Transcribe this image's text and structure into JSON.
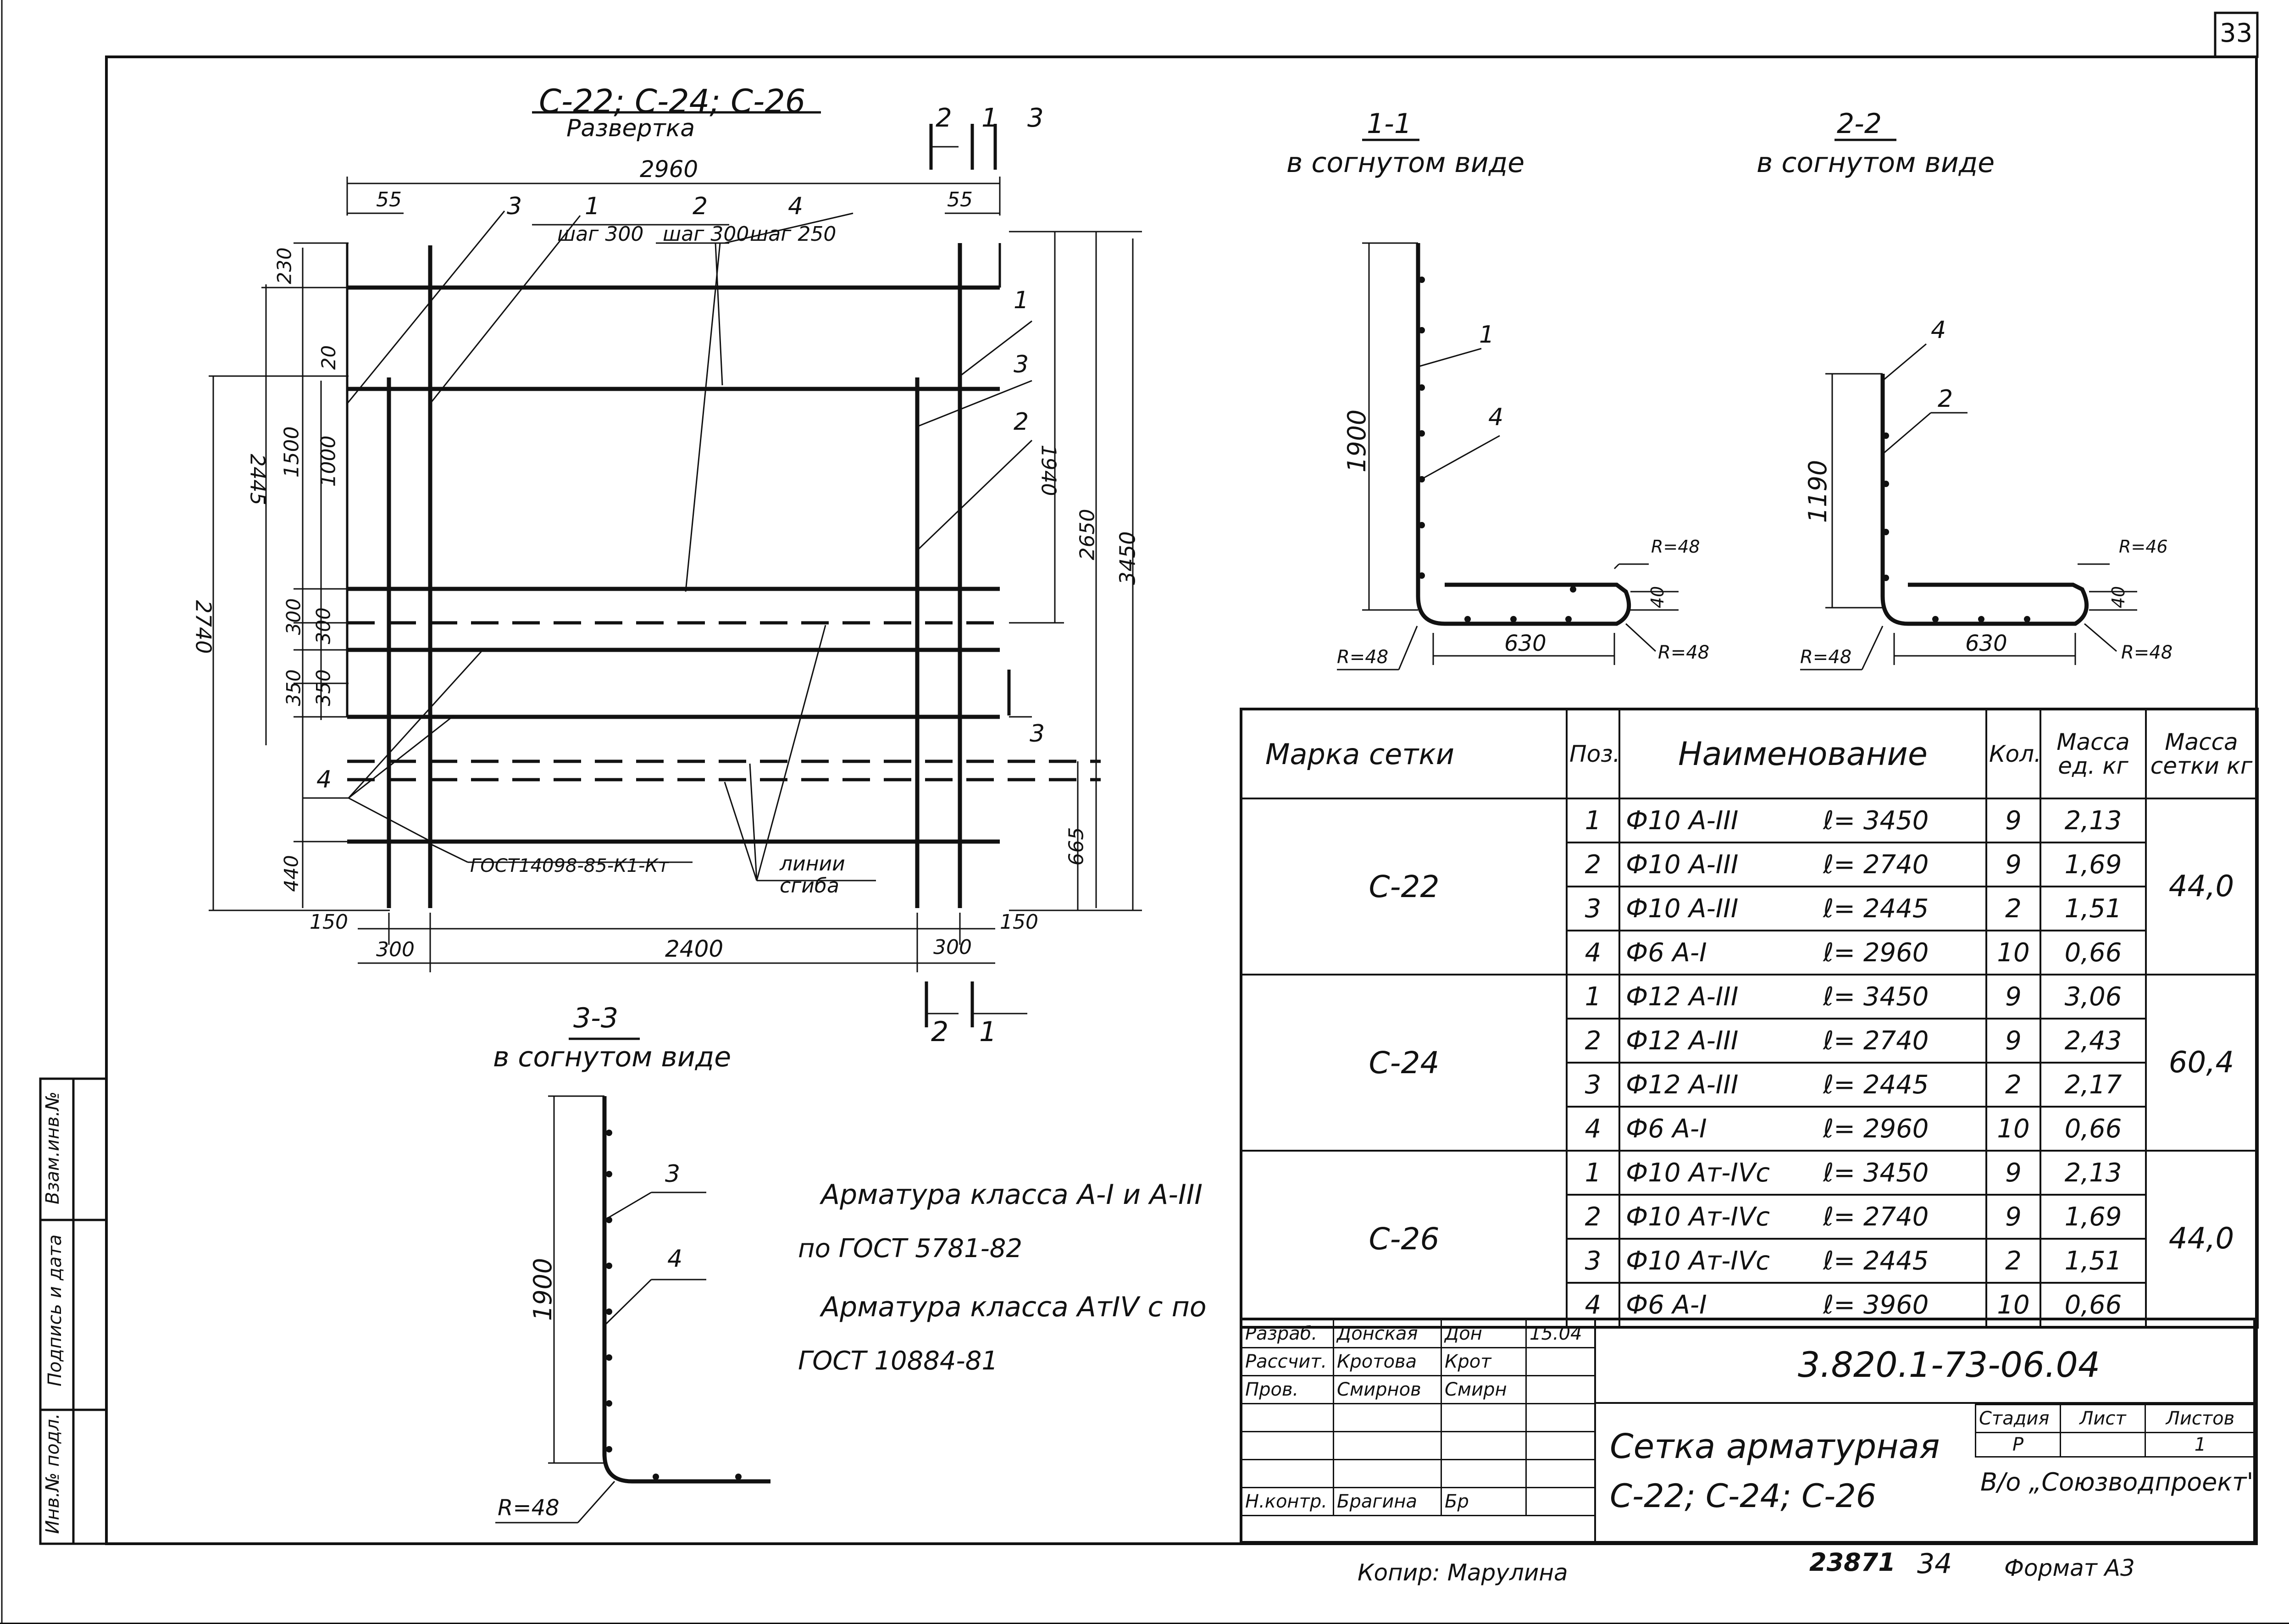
{
  "page_number": "33",
  "main_view": {
    "title": "С-22; С-24; С-26",
    "subtitle": "Развертка",
    "dims": {
      "total_width": "2960",
      "left_offset": "55",
      "right_offset": "55",
      "bottom_width": "2400",
      "left_300": "300",
      "right_300": "300",
      "left_150": "150",
      "right_150": "150",
      "h_230": "230",
      "h_20": "20",
      "h_1500": "1500",
      "h_1000": "1000",
      "h_300a": "300",
      "h_300b": "300",
      "h_350a": "350",
      "h_350b": "350",
      "h_440": "440",
      "h_2445": "2445",
      "h_2740": "2740",
      "h_1940": "1940",
      "h_2650": "2650",
      "h_3450": "3450",
      "h_665": "665"
    },
    "callouts": {
      "pos3": "3",
      "pos1": "1",
      "pos1_step": "шаг 300",
      "pos2": "2",
      "pos2_step": "шаг 300",
      "pos4": "4",
      "pos4_step": "шаг 250",
      "right1": "1",
      "right3": "3",
      "right2": "2",
      "left4": "4",
      "gost": "ГОСТ14098-85-К1-Кт",
      "bend_lines": "линии сгиба"
    },
    "section_marks": {
      "top2": "2",
      "top1": "1",
      "top3": "3",
      "bottom2": "2",
      "bottom1": "1",
      "side3": "3"
    }
  },
  "section_1_1": {
    "title": "1-1",
    "subtitle": "в согнутом виде",
    "height": "1900",
    "length": "630",
    "r_top": "R=48",
    "r_right": "R=48",
    "r_left": "R=48",
    "dim40": "40",
    "call1": "1",
    "call4": "4"
  },
  "section_2_2": {
    "title": "2-2",
    "subtitle": "в согнутом виде",
    "height": "1190",
    "length": "630",
    "r_top": "R=46",
    "r_right": "R=48",
    "r_left": "R=48",
    "dim40": "40",
    "call4": "4",
    "call2": "2"
  },
  "section_3_3": {
    "title": "3-3",
    "subtitle": "в согнутом виде",
    "height": "1900",
    "r": "R=48",
    "call3": "3",
    "call4": "4"
  },
  "notes": {
    "line1": "Арматура класса А-I и А-III",
    "line2": "по ГОСТ 5781-82",
    "line3": "Арматура класса АтIV с по",
    "line4": "ГОСТ 10884-81"
  },
  "spec_table": {
    "headers": {
      "brand": "Марка сетки",
      "pos": "Поз.",
      "name": "Наименование",
      "qty": "Кол.",
      "unit_mass": "Масса ед. кг",
      "total_mass": "Масса сетки кг"
    },
    "groups": [
      {
        "brand": "С-22",
        "mass": "44,0",
        "rows": [
          {
            "pos": "1",
            "name": "Ф10 А-III",
            "length": "ℓ= 3450",
            "qty": "9",
            "unit": "2,13"
          },
          {
            "pos": "2",
            "name": "Ф10 А-III",
            "length": "ℓ= 2740",
            "qty": "9",
            "unit": "1,69"
          },
          {
            "pos": "3",
            "name": "Ф10 А-III",
            "length": "ℓ= 2445",
            "qty": "2",
            "unit": "1,51"
          },
          {
            "pos": "4",
            "name": "Ф6 А-I",
            "length": "ℓ= 2960",
            "qty": "10",
            "unit": "0,66"
          }
        ]
      },
      {
        "brand": "С-24",
        "mass": "60,4",
        "rows": [
          {
            "pos": "1",
            "name": "Ф12 А-III",
            "length": "ℓ= 3450",
            "qty": "9",
            "unit": "3,06"
          },
          {
            "pos": "2",
            "name": "Ф12 А-III",
            "length": "ℓ= 2740",
            "qty": "9",
            "unit": "2,43"
          },
          {
            "pos": "3",
            "name": "Ф12 А-III",
            "length": "ℓ= 2445",
            "qty": "2",
            "unit": "2,17"
          },
          {
            "pos": "4",
            "name": "Ф6 А-I",
            "length": "ℓ= 2960",
            "qty": "10",
            "unit": "0,66"
          }
        ]
      },
      {
        "brand": "С-26",
        "mass": "44,0",
        "rows": [
          {
            "pos": "1",
            "name": "Ф10 Ат-IVс",
            "length": "ℓ= 3450",
            "qty": "9",
            "unit": "2,13"
          },
          {
            "pos": "2",
            "name": "Ф10 Ат-IVс",
            "length": "ℓ= 2740",
            "qty": "9",
            "unit": "1,69"
          },
          {
            "pos": "3",
            "name": "Ф10 Ат-IVс",
            "length": "ℓ= 2445",
            "qty": "2",
            "unit": "1,51"
          },
          {
            "pos": "4",
            "name": "Ф6 А-I",
            "length": "ℓ= 3960",
            "qty": "10",
            "unit": "0,66"
          }
        ]
      }
    ]
  },
  "title_block": {
    "rows": [
      {
        "role": "Разраб.",
        "name": "Донская",
        "sign": "Дон",
        "date": "15.04"
      },
      {
        "role": "Рассчит.",
        "name": "Кротова",
        "sign": "Крот",
        "date": ""
      },
      {
        "role": "Пров.",
        "name": "Смирнов",
        "sign": "Смирн",
        "date": ""
      },
      {
        "role": "",
        "name": "",
        "sign": "",
        "date": ""
      },
      {
        "role": "",
        "name": "",
        "sign": "",
        "date": ""
      },
      {
        "role": "",
        "name": "",
        "sign": "",
        "date": ""
      },
      {
        "role": "Н.контр.",
        "name": "Брагина",
        "sign": "Бр",
        "date": ""
      }
    ],
    "doc_code": "3.820.1-73-06.04",
    "doc_title1": "Сетка арматурная",
    "doc_title2": "С-22; С-24; С-26",
    "stage_label": "Стадия",
    "sheet_label": "Лист",
    "sheets_label": "Листов",
    "stage": "Р",
    "sheet": "",
    "sheets": "1",
    "org": "В/о „Союзводпроект\""
  },
  "side_stamp": {
    "inv_orig": "Инв.№ подл.",
    "sign_date": "Подпись и дата",
    "inv_repl": "Взам.инв.№"
  },
  "footer": {
    "copied": "Копир: Марулина",
    "number": "23871",
    "sheet_no": "34",
    "format": "Формат А3"
  }
}
